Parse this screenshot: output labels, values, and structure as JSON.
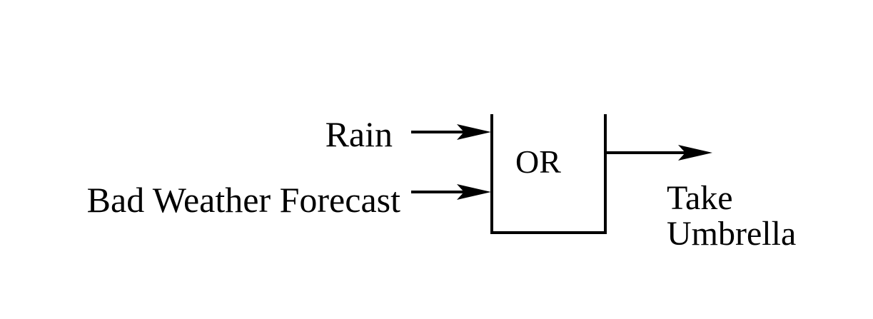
{
  "diagram": {
    "inputs": [
      {
        "label": "Rain"
      },
      {
        "label": "Bad Weather Forecast"
      }
    ],
    "gate": {
      "label": "OR"
    },
    "output": {
      "line1": "Take",
      "line2": "Umbrella"
    },
    "colors": {
      "stroke": "#000000",
      "text": "#000000",
      "background": "#ffffff"
    }
  }
}
